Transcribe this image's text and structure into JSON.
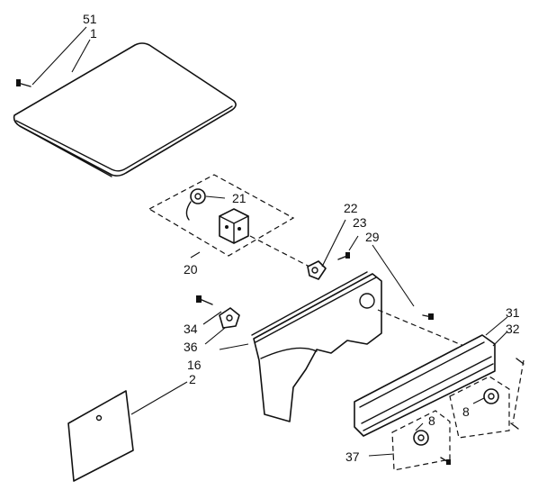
{
  "labels": {
    "p51": "51",
    "p1": "1",
    "p21": "21",
    "p20": "20",
    "p22": "22",
    "p23": "23",
    "p29": "29",
    "p34": "34",
    "p36": "36",
    "p16": "16",
    "p2": "2",
    "p31": "31",
    "p32": "32",
    "p8a": "8",
    "p8b": "8",
    "p37": "37"
  }
}
